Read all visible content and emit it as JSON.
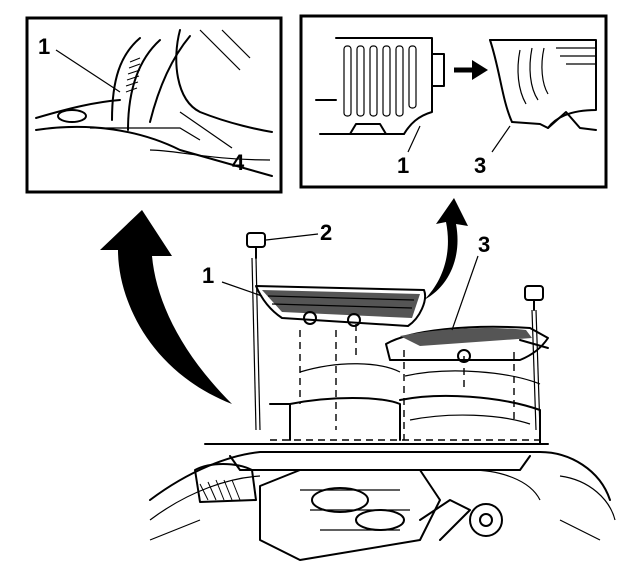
{
  "callouts": {
    "inset_left": {
      "part_1": "1",
      "part_4": "4"
    },
    "inset_right": {
      "part_1": "1",
      "part_3": "3"
    },
    "main": {
      "part_1": "1",
      "part_2": "2",
      "part_3": "3"
    }
  }
}
